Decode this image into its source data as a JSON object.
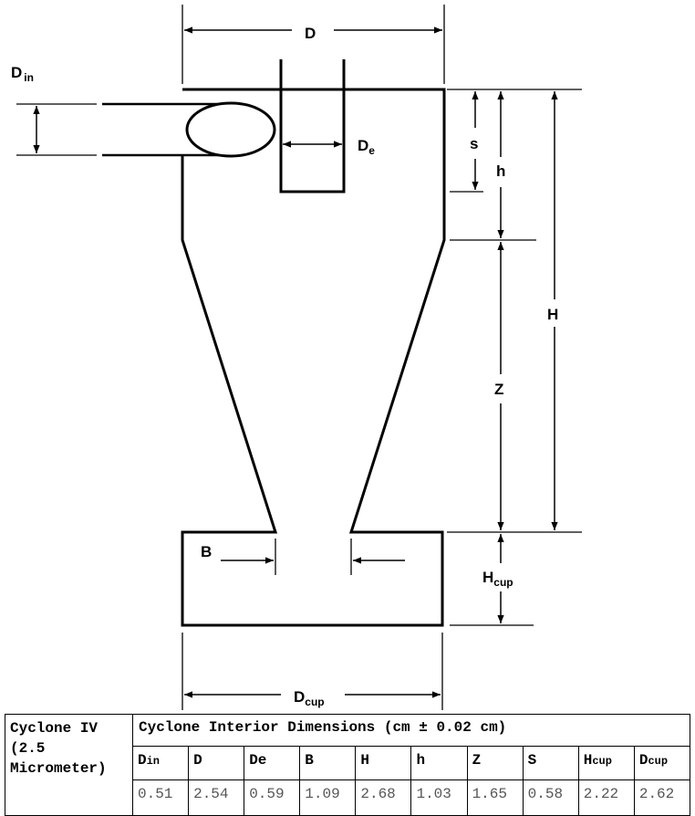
{
  "diagram": {
    "labels": {
      "d_main": "D",
      "d_in_main": "D",
      "d_in_sub": "in",
      "de_main": "D",
      "de_sub": "e",
      "s": "s",
      "h": "h",
      "H": "H",
      "Z": "Z",
      "B": "B",
      "hcup_main": "H",
      "hcup_sub": "cup",
      "dcup_main": "D",
      "dcup_sub": "cup"
    }
  },
  "table": {
    "cyclone_label": "Cyclone IV (2.5 Micrometer)",
    "header": "Cyclone Interior Dimensions (cm ± 0.02 cm)",
    "columns": [
      {
        "main": "D",
        "sub": "in"
      },
      {
        "main": "D",
        "sub": ""
      },
      {
        "main": "De",
        "sub": ""
      },
      {
        "main": "B",
        "sub": ""
      },
      {
        "main": "H",
        "sub": ""
      },
      {
        "main": "h",
        "sub": ""
      },
      {
        "main": "Z",
        "sub": ""
      },
      {
        "main": "S",
        "sub": ""
      },
      {
        "main": "H",
        "sub": "cup"
      },
      {
        "main": "D",
        "sub": "cup"
      }
    ],
    "values": [
      "0.51",
      "2.54",
      "0.59",
      "1.09",
      "2.68",
      "1.03",
      "1.65",
      "0.58",
      "2.22",
      "2.62"
    ]
  }
}
